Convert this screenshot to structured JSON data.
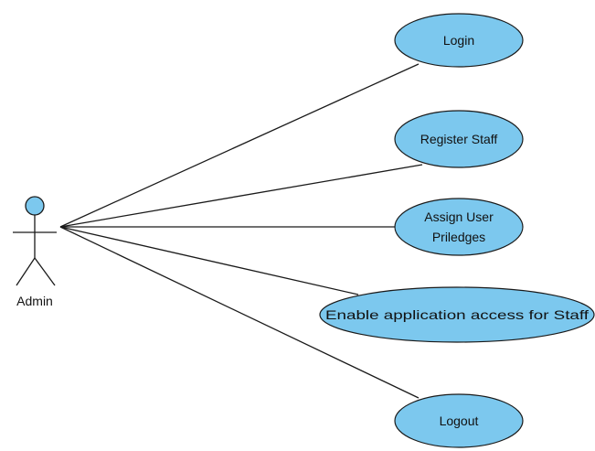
{
  "diagram": {
    "actor": {
      "label": "Admin"
    },
    "use_cases": [
      {
        "id": "login",
        "lines": [
          "Login"
        ]
      },
      {
        "id": "register-staff",
        "lines": [
          "Register Staff"
        ]
      },
      {
        "id": "assign-user-priledges",
        "lines": [
          "Assign User",
          "Priledges"
        ]
      },
      {
        "id": "enable-application-access",
        "lines": [
          "Enable application access for Staff"
        ]
      },
      {
        "id": "logout",
        "lines": [
          "Logout"
        ]
      }
    ],
    "associations": [
      {
        "from": "actor",
        "to": "login"
      },
      {
        "from": "actor",
        "to": "register-staff"
      },
      {
        "from": "actor",
        "to": "assign-user-priledges"
      },
      {
        "from": "actor",
        "to": "enable-application-access"
      },
      {
        "from": "actor",
        "to": "logout"
      }
    ],
    "colors": {
      "use_case_fill": "#7cc8ee",
      "actor_head_fill": "#7cc8ee",
      "stroke": "#1a1a1a",
      "background": "#ffffff"
    }
  }
}
